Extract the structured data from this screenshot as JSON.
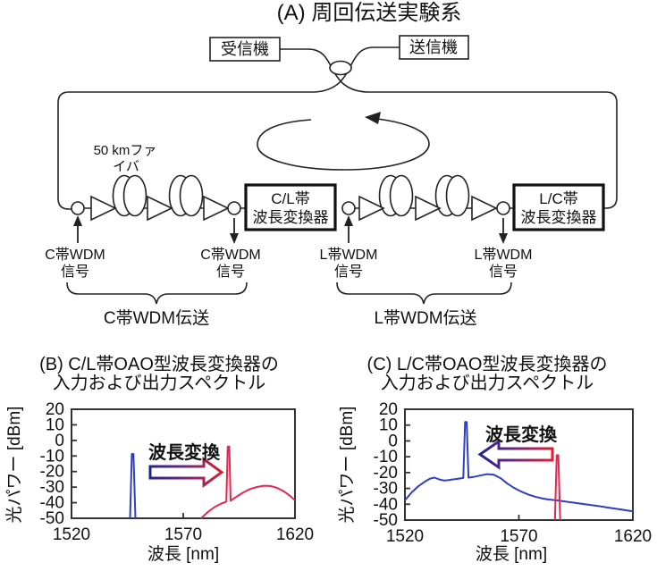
{
  "figure": {
    "panel_a": {
      "title": "(A) 周回伝送実験系",
      "receiver": "受信機",
      "transmitter": "送信機",
      "fiber_label_line1": "50 kmファ",
      "fiber_label_line2": "イバ",
      "converter_cl_line1": "C/L帯",
      "converter_cl_line2": "波長変換器",
      "converter_lc_line1": "L/C帯",
      "converter_lc_line2": "波長変換器",
      "c_band_signal_line1": "C帯WDM",
      "l_band_signal_line1": "L帯WDM",
      "signal_line2": "信号",
      "c_band_transmission": "C帯WDM伝送",
      "l_band_transmission": "L帯WDM伝送"
    }
  },
  "colors": {
    "signal_blue": "#2f3fbf",
    "signal_red": "#e02850",
    "arrow_gradient_start": "#23238f",
    "arrow_gradient_mid": "#6f2878",
    "arrow_gradient_end": "#dd2030",
    "line": "#222222"
  },
  "chart_data": [
    {
      "type": "line",
      "title_line1": "(B) C/L帯OAO型波長変換器の",
      "title_line2": "入力および出力スペクトル",
      "xlabel": "波長 [nm]",
      "ylabel": "光パワー [dBm]",
      "annotation": "波長変換",
      "annotation_direction": "right",
      "xlim": [
        1520,
        1620
      ],
      "ylim": [
        -50,
        20
      ],
      "xticks": [
        1520,
        1570,
        1620
      ],
      "yticks": [
        20,
        10,
        0,
        -10,
        -20,
        -30,
        -40,
        -50
      ],
      "series": [
        {
          "name": "input-signal-c-band",
          "color": "#2f3fbf",
          "points": [
            [
              1546.2,
              -50
            ],
            [
              1547.0,
              -8.7
            ],
            [
              1547.7,
              -8.7
            ],
            [
              1548.6,
              -50
            ]
          ]
        },
        {
          "name": "converted-output-l-band",
          "color": "#e02850",
          "points": [
            [
              1578,
              -50
            ],
            [
              1581,
              -46
            ],
            [
              1584,
              -42.8
            ],
            [
              1587,
              -40.6
            ],
            [
              1589.3,
              -39.3
            ],
            [
              1589.9,
              -4
            ],
            [
              1590.6,
              -4
            ],
            [
              1591.2,
              -38.7
            ],
            [
              1594,
              -36
            ],
            [
              1597,
              -33.3
            ],
            [
              1600,
              -31.2
            ],
            [
              1603,
              -29.9
            ],
            [
              1606,
              -29.1
            ],
            [
              1609,
              -29.3
            ],
            [
              1612,
              -30.5
            ],
            [
              1615,
              -32.7
            ],
            [
              1618,
              -35.8
            ],
            [
              1620,
              -38.5
            ]
          ]
        }
      ]
    },
    {
      "type": "line",
      "title_line1": "(C) L/C帯OAO型波長変換器の",
      "title_line2": "入力および出力スペクトル",
      "xlabel": "波長 [nm]",
      "ylabel": "光パワー [dBm]",
      "annotation": "波長変換",
      "annotation_direction": "left",
      "xlim": [
        1520,
        1620
      ],
      "ylim": [
        -50,
        20
      ],
      "xticks": [
        1520,
        1570,
        1620
      ],
      "yticks": [
        20,
        10,
        0,
        -10,
        -20,
        -30,
        -40,
        -50
      ],
      "series": [
        {
          "name": "converted-output-c-band-with-ase",
          "color": "#2f3fbf",
          "points": [
            [
              1520,
              -37.5
            ],
            [
              1523,
              -32.5
            ],
            [
              1526,
              -28.5
            ],
            [
              1529,
              -25.5
            ],
            [
              1531,
              -23.8
            ],
            [
              1533,
              -23.2
            ],
            [
              1535,
              -24.3
            ],
            [
              1537,
              -25
            ],
            [
              1539,
              -24.8
            ],
            [
              1541,
              -24.3
            ],
            [
              1543,
              -24
            ],
            [
              1545.6,
              -23.4
            ],
            [
              1546.4,
              12
            ],
            [
              1547.1,
              12
            ],
            [
              1547.9,
              -23.2
            ],
            [
              1550,
              -22.8
            ],
            [
              1553,
              -21.9
            ],
            [
              1556,
              -21
            ],
            [
              1559,
              -21.4
            ],
            [
              1562,
              -23.5
            ],
            [
              1565,
              -27
            ],
            [
              1568,
              -29.8
            ],
            [
              1571,
              -32
            ],
            [
              1574,
              -33.8
            ],
            [
              1577,
              -35.2
            ],
            [
              1580,
              -36.2
            ],
            [
              1583,
              -37
            ],
            [
              1586,
              -37.4
            ],
            [
              1590,
              -38.2
            ],
            [
              1595,
              -39.2
            ],
            [
              1600,
              -40.2
            ],
            [
              1605,
              -41.2
            ],
            [
              1610,
              -42.3
            ],
            [
              1615,
              -43.4
            ],
            [
              1620,
              -44.5
            ]
          ]
        },
        {
          "name": "input-signal-l-band",
          "color": "#e02850",
          "points": [
            [
              1585.8,
              -50
            ],
            [
              1586.6,
              -9
            ],
            [
              1587.3,
              -9
            ],
            [
              1588.1,
              -50
            ]
          ]
        }
      ]
    }
  ]
}
